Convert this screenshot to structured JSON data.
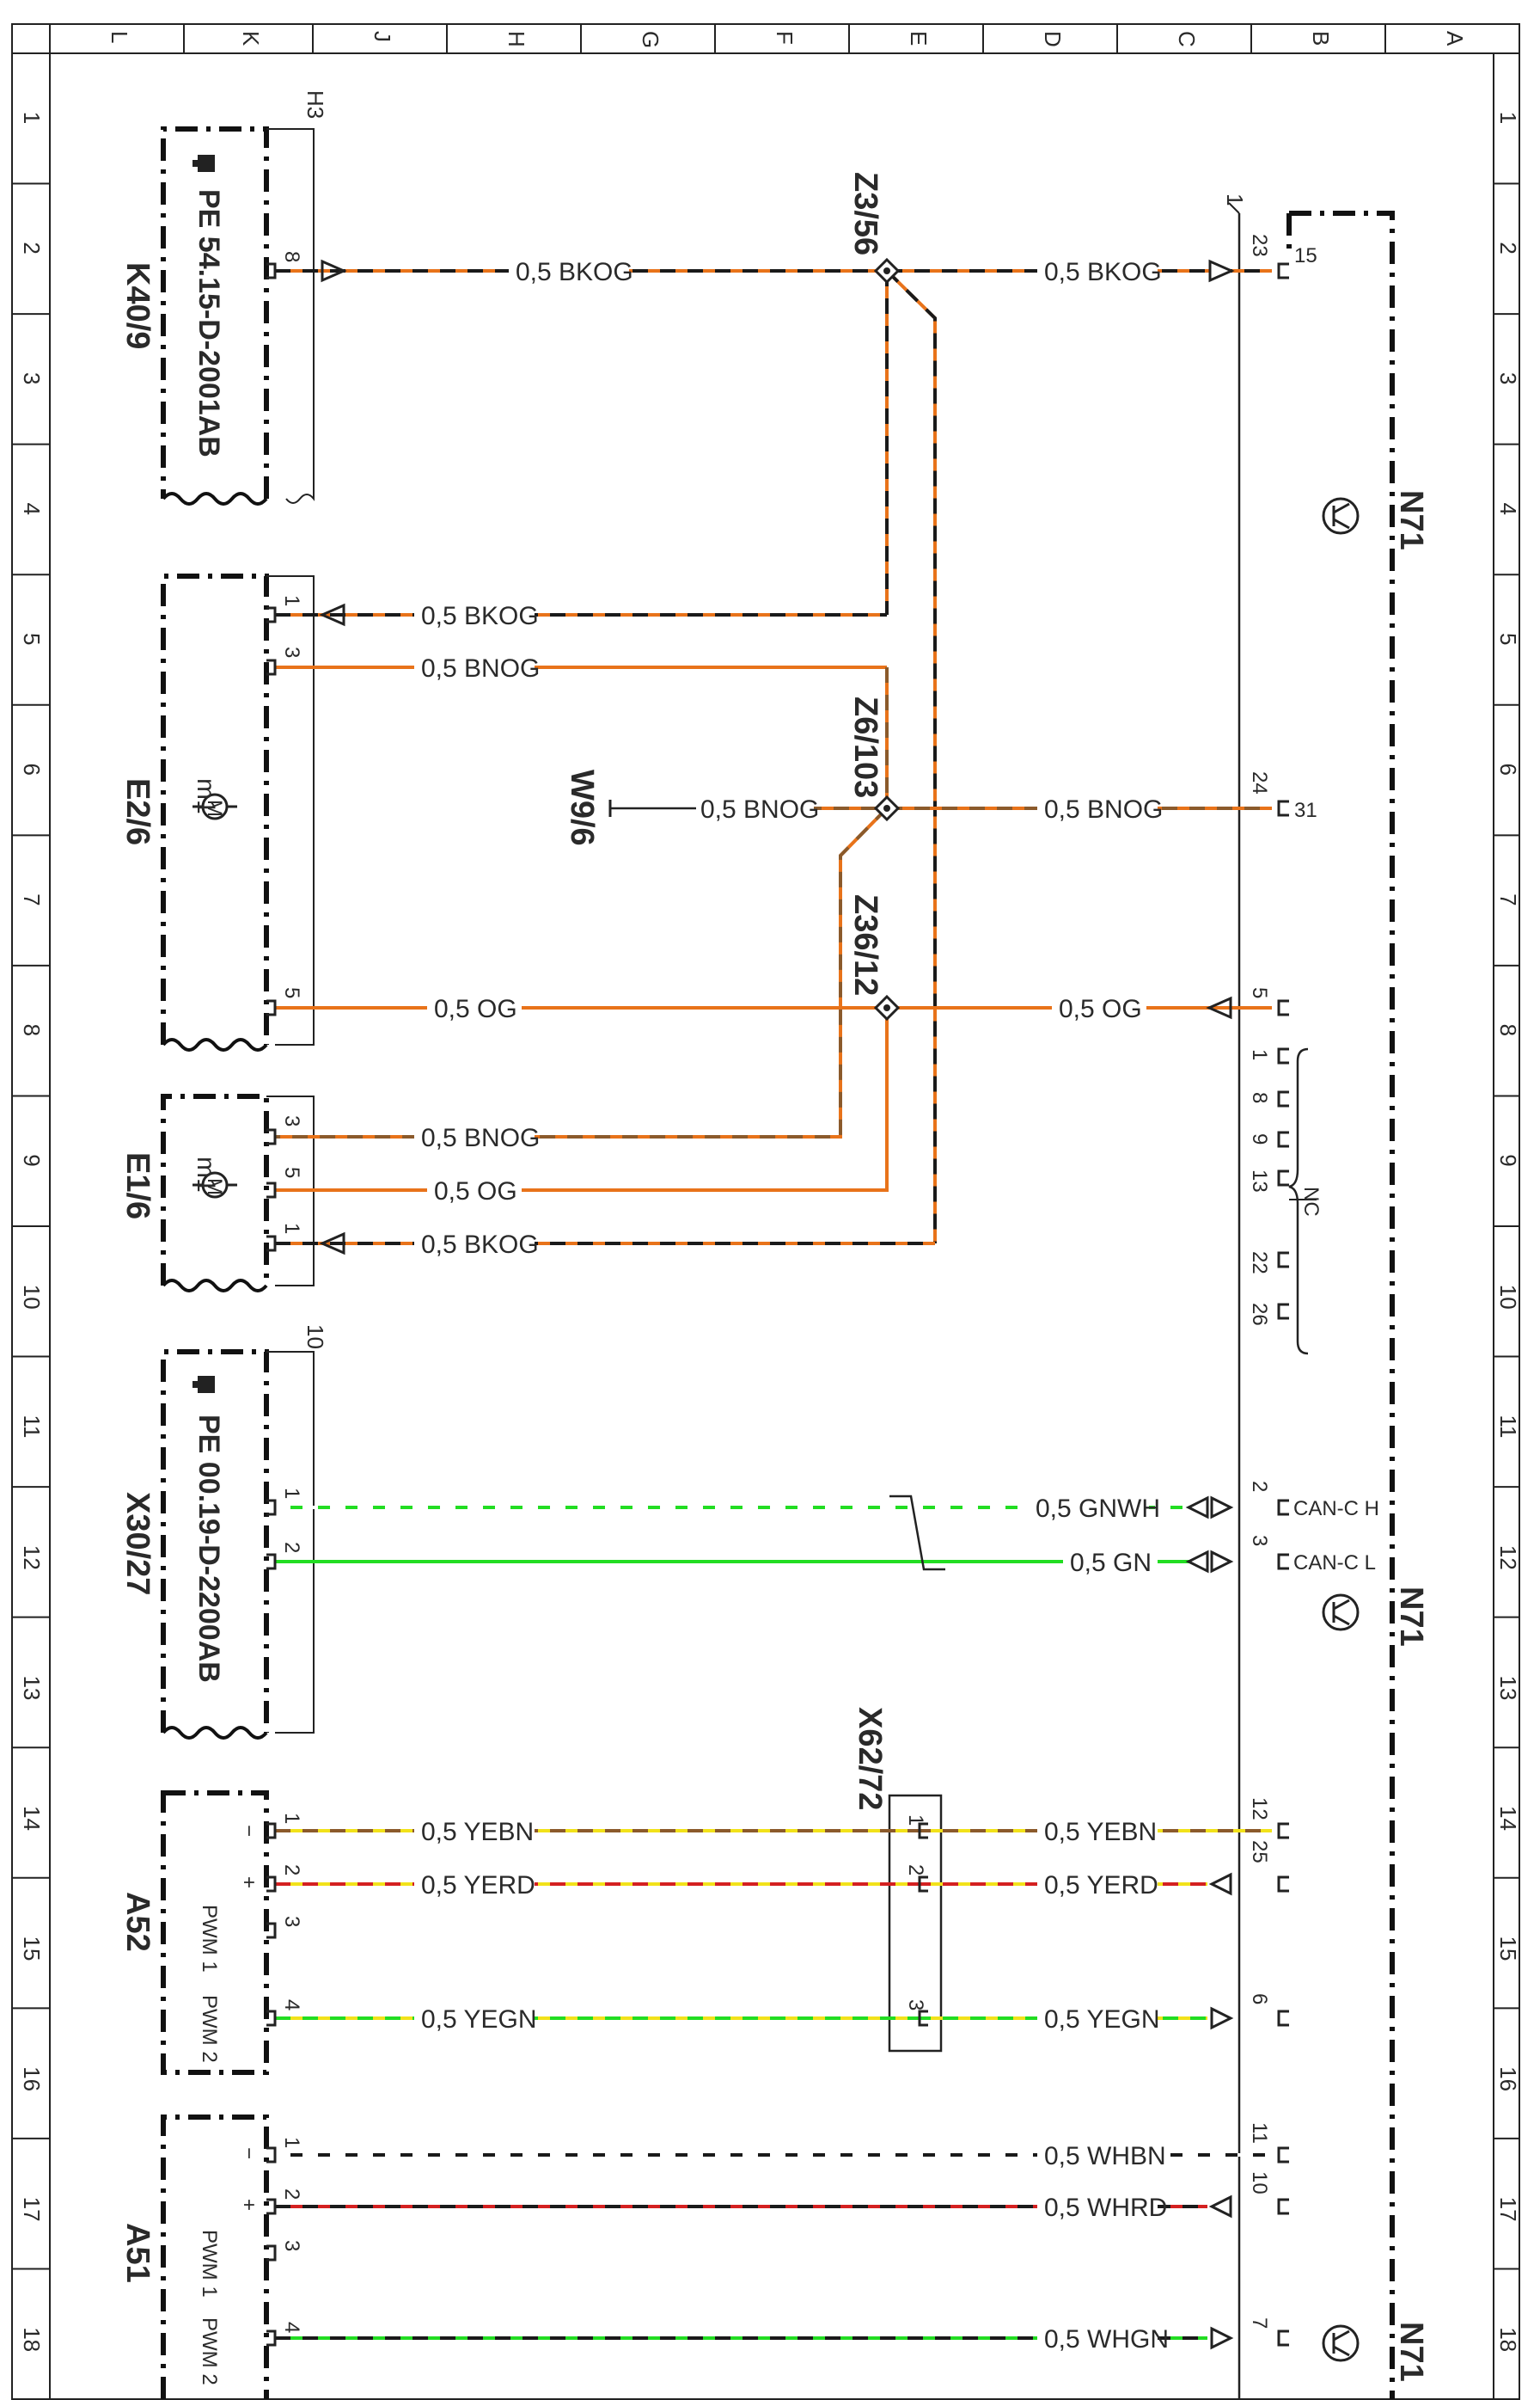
{
  "column_letters": [
    "L",
    "K",
    "J",
    "H",
    "G",
    "F",
    "E",
    "D",
    "C",
    "B",
    "A"
  ],
  "row_numbers": [
    "1",
    "2",
    "3",
    "4",
    "5",
    "6",
    "7",
    "8",
    "9",
    "10",
    "11",
    "12",
    "13",
    "14",
    "15",
    "16",
    "17",
    "18"
  ],
  "components": {
    "k40_9": {
      "name": "K40/9",
      "ref": "PE 54.15-D-2001AB",
      "sheet_ref": "H3",
      "pin8": "8"
    },
    "e2_6": {
      "name": "E2/6",
      "motor": "m1",
      "pin1": "1",
      "pin3": "3",
      "pin5": "5"
    },
    "e1_6": {
      "name": "E1/6",
      "motor": "m1",
      "pin3": "3",
      "pin5": "5",
      "pin1": "1"
    },
    "x30_27": {
      "name": "X30/27",
      "ref": "PE 00.19-D-2200AB",
      "sheet_ref": "10",
      "pin1": "1",
      "pin2": "2"
    },
    "a52": {
      "name": "A52",
      "pin1": "1",
      "pin2": "2",
      "pin3": "3",
      "pin4": "4",
      "minus": "−",
      "plus": "+",
      "pwm1": "PWM 1",
      "pwm2": "PWM 2"
    },
    "a51": {
      "name": "A51",
      "pin1": "1",
      "pin2": "2",
      "pin3": "3",
      "pin4": "4",
      "minus": "−",
      "plus": "+",
      "pwm1": "PWM 1",
      "pwm2": "PWM 2"
    },
    "n71_top": {
      "name": "N71",
      "marker": "1"
    },
    "n71_mid": {
      "name": "N71"
    },
    "n71_bot": {
      "name": "N71"
    },
    "x62_72": {
      "name": "X62/72",
      "pin1": "1",
      "pin2": "2",
      "pin3": "3"
    },
    "w9_6": {
      "name": "W9/6"
    }
  },
  "splices": {
    "z3_56": "Z3/56",
    "z6_103": "Z6/103",
    "z36_12": "Z36/12"
  },
  "wires": {
    "w1": "0,5 BKOG",
    "w2": "0,5 BKOG",
    "w3": "0,5 BKOG",
    "w4": "0,5 BNOG",
    "w5": "0,5 BNOG",
    "w6": "0,5 BNOG",
    "w7": "0,5 OG",
    "w8": "0,5 OG",
    "w9": "0,5 BNOG",
    "w10": "0,5 OG",
    "w11": "0,5 BKOG",
    "w12": "0,5 GNWH",
    "w13": "0,5 GN",
    "w14": "0,5 YEBN",
    "w15": "0,5 YEBN",
    "w16": "0,5 YERD",
    "w17": "0,5 YERD",
    "w18": "0,5 YEGN",
    "w19": "0,5 YEGN",
    "w20": "0,5 WHBN",
    "w21": "0,5 WHRD",
    "w22": "0,5 WHGN"
  },
  "n71_pins": {
    "p23": "23",
    "p15": "15",
    "p24": "24",
    "p31": "31",
    "p5": "5",
    "nc_pins": [
      "1",
      "8",
      "9",
      "13",
      "22",
      "26"
    ],
    "nc_label": "NC",
    "p2": "2",
    "can_h": "CAN-C H",
    "p3": "3",
    "can_l": "CAN-C L",
    "p12": "12",
    "p25": "25",
    "p6": "6",
    "p11": "11",
    "p10": "10",
    "p7": "7"
  },
  "colors": {
    "orange": "#e8731a",
    "black": "#1a1a1a",
    "brown": "#8b5a2b",
    "green": "#22dd22",
    "yellow": "#f2e21a",
    "red": "#d42020",
    "white": "#ffffff"
  }
}
